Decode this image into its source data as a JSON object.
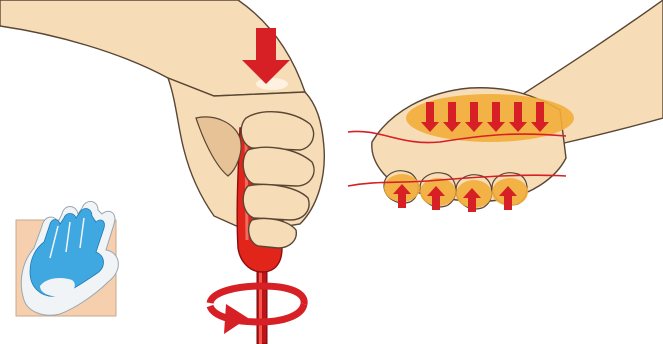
{
  "illustration": {
    "colors": {
      "skin": "#f6ddb8",
      "skin_shadow": "#e7c296",
      "outline": "#5a4634",
      "handle_red": "#e1251b",
      "arrow_red": "#d71f26",
      "pressure_orange": "#f3ad39",
      "glove_blue": "#3fa8e0",
      "glove_white": "#f1f4f7",
      "glove_panel": "#f5cfae"
    },
    "icons": {
      "push_arrow": "down-arrow-icon",
      "rotation": "rotate-arrow-icon",
      "pressure_down": "pressure-down-arrows",
      "pressure_up": "pressure-up-arrows",
      "glove": "glove-icon"
    },
    "pressure_arrows": {
      "down_count": 6,
      "up_count": 4
    }
  }
}
